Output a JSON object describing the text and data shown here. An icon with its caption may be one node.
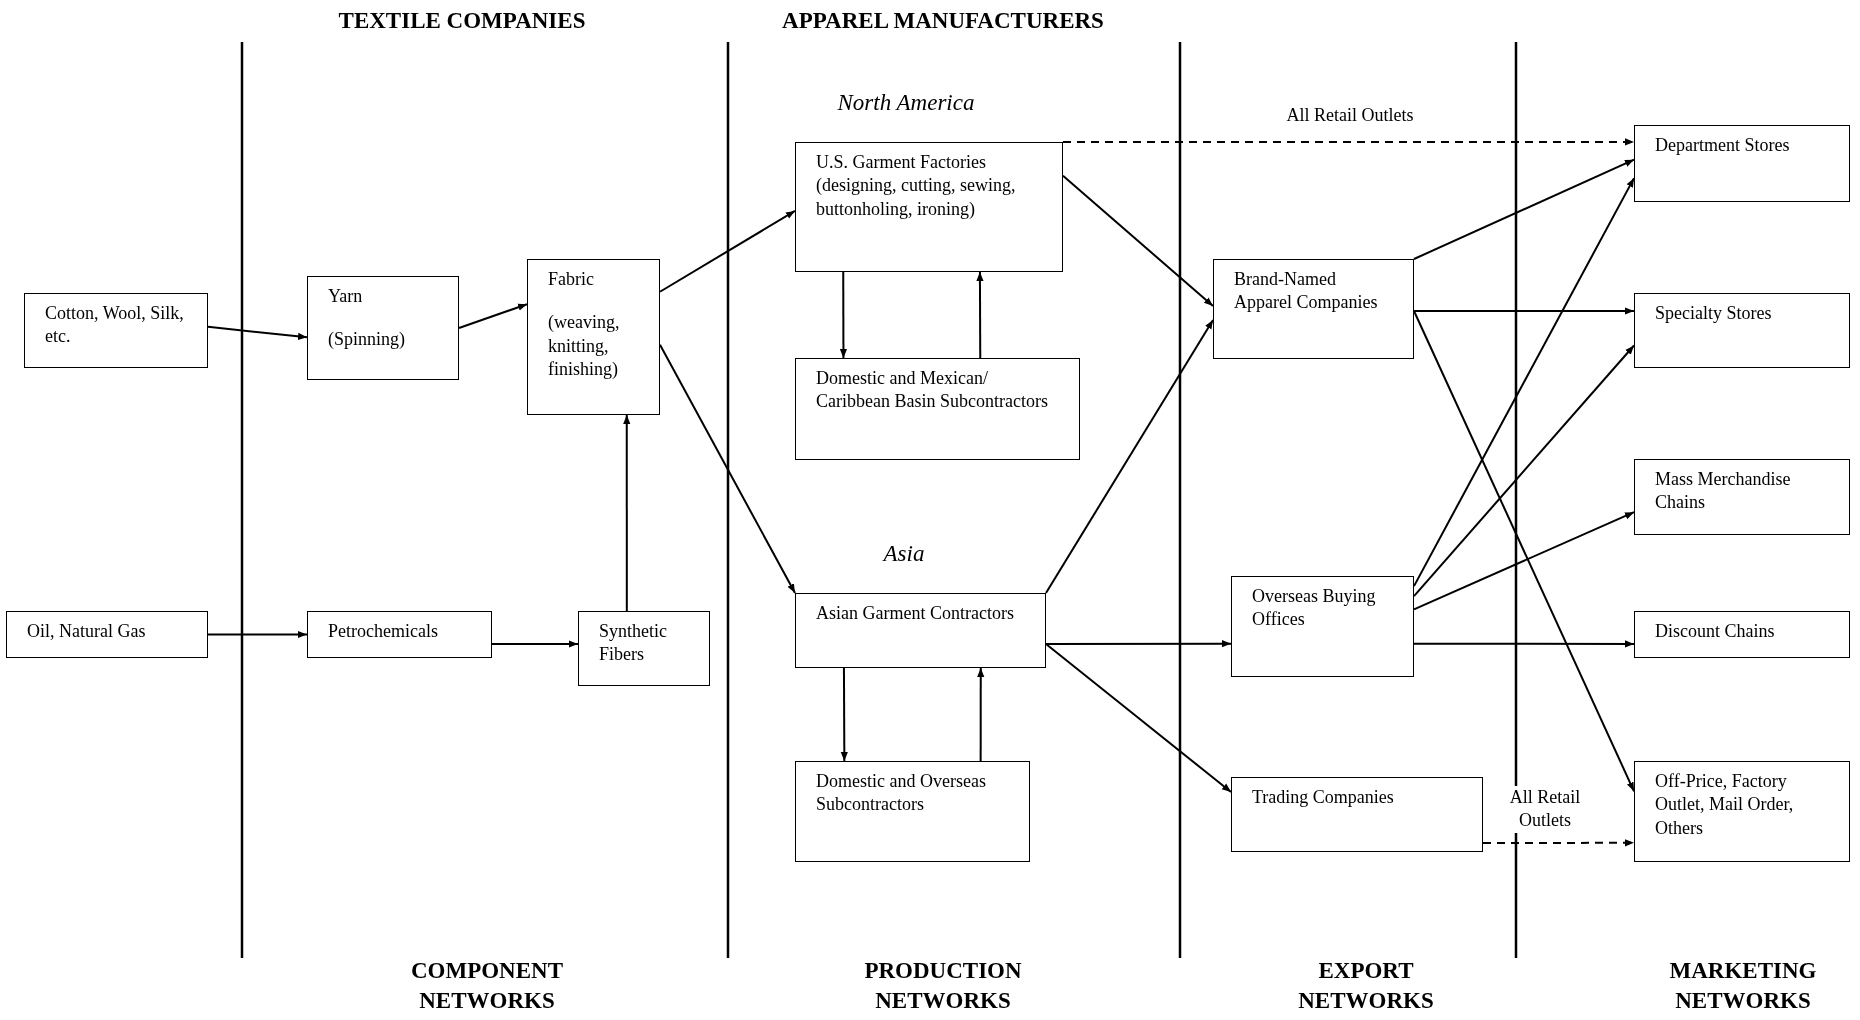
{
  "diagram": {
    "nodes": [
      {
        "text": [
          "Cotton, Wool, Silk, etc."
        ]
      },
      {
        "text": [
          "Oil, Natural Gas"
        ]
      },
      {
        "text": [
          "Yarn",
          "(Spinning)"
        ]
      },
      {
        "text": [
          "Petrochemicals"
        ]
      },
      {
        "text": [
          "Fabric",
          "(weaving, knitting, finishing)"
        ]
      },
      {
        "text": [
          "Synthetic Fibers"
        ]
      },
      {
        "text": [
          "U.S. Garment Factories (designing, cutting, sewing, buttonholing, ironing)"
        ]
      },
      {
        "text": [
          "Domestic and Mexican/ Caribbean Basin Subcontractors"
        ]
      },
      {
        "text": [
          "Asian Garment Contractors"
        ]
      },
      {
        "text": [
          "Domestic and Overseas Subcontractors"
        ]
      },
      {
        "text": [
          "Brand-Named Apparel Companies"
        ]
      },
      {
        "text": [
          "Overseas Buying Offices"
        ]
      },
      {
        "text": [
          "Trading Companies"
        ]
      },
      {
        "text": [
          "Department Stores"
        ]
      },
      {
        "text": [
          "Specialty Stores"
        ]
      },
      {
        "text": [
          "Mass Merchandise Chains"
        ]
      },
      {
        "text": [
          "Discount Chains"
        ]
      },
      {
        "text": [
          "Off-Price, Factory Outlet, Mail Order, Others"
        ]
      }
    ],
    "edges": [
      {
        "from": 0,
        "to": 2,
        "arrow": "to"
      },
      {
        "from": 2,
        "to": 4,
        "arrow": "to"
      },
      {
        "from": 1,
        "to": 3,
        "arrow": "to"
      },
      {
        "from": 3,
        "to": 5,
        "arrow": "to"
      },
      {
        "from": 5,
        "to": 4,
        "arrow": "to"
      },
      {
        "from": 4,
        "to": 6,
        "arrow": "to"
      },
      {
        "from": 4,
        "to": 8,
        "arrow": "to"
      },
      {
        "from": 6,
        "to": 7,
        "arrow": "to"
      },
      {
        "from": 7,
        "to": 6,
        "arrow": "to"
      },
      {
        "from": 8,
        "to": 9,
        "arrow": "to"
      },
      {
        "from": 9,
        "to": 8,
        "arrow": "to"
      },
      {
        "from": 6,
        "to": 10,
        "arrow": "to"
      },
      {
        "from": 8,
        "to": 10,
        "arrow": "to"
      },
      {
        "from": 8,
        "to": 11,
        "arrow": "to"
      },
      {
        "from": 8,
        "to": 12,
        "arrow": "to"
      },
      {
        "from": 6,
        "to": 13,
        "arrow": "to",
        "style": "dashed",
        "label": "All Retail Outlets"
      },
      {
        "from": 10,
        "to": 13,
        "arrow": "to"
      },
      {
        "from": 10,
        "to": 14,
        "arrow": "to"
      },
      {
        "from": 10,
        "to": 17,
        "arrow": "to"
      },
      {
        "from": 11,
        "to": 13,
        "arrow": "to"
      },
      {
        "from": 11,
        "to": 14,
        "arrow": "to"
      },
      {
        "from": 11,
        "to": 15,
        "arrow": "to"
      },
      {
        "from": 11,
        "to": 16,
        "arrow": "to"
      },
      {
        "from": 12,
        "to": 17,
        "arrow": "to",
        "style": "dashed",
        "label": "All Retail Outlets"
      }
    ],
    "labels": [
      "TEXTILE COMPANIES",
      "APPAREL MANUFACTURERS",
      "North America",
      "Asia",
      "COMPONENT NETWORKS",
      "PRODUCTION NETWORKS",
      "EXPORT NETWORKS",
      "MARKETING NETWORKS"
    ]
  }
}
